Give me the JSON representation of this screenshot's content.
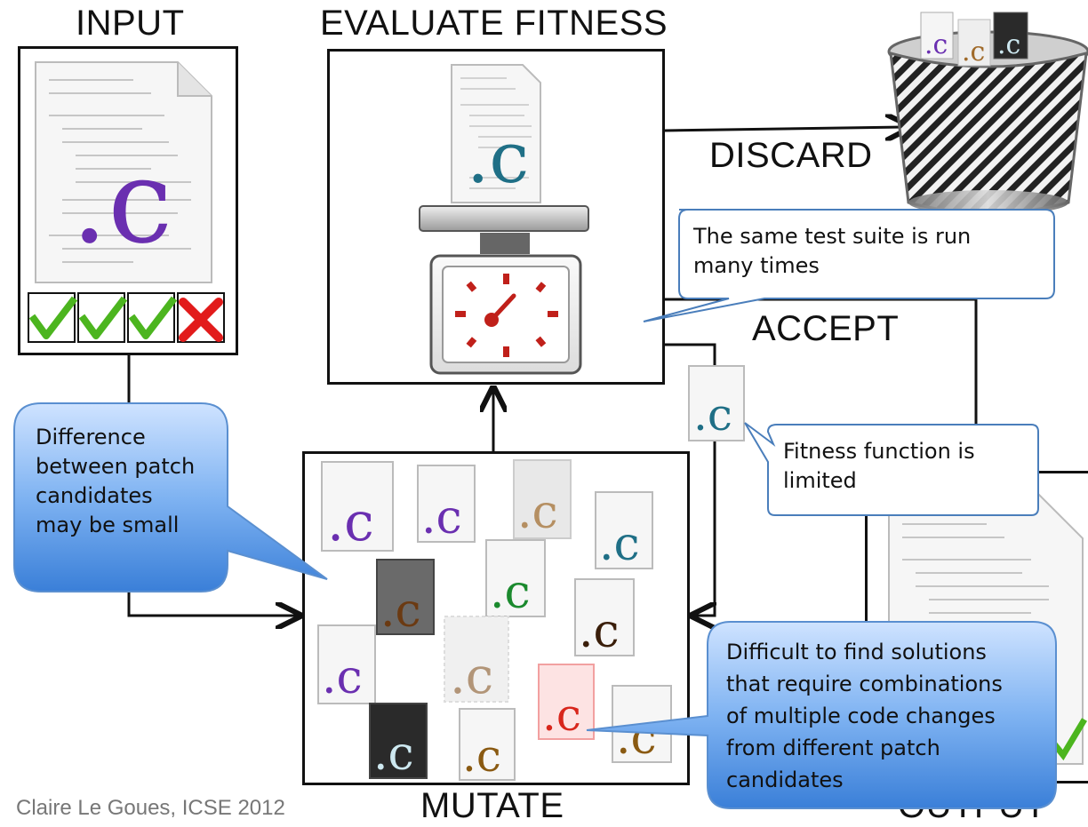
{
  "labels": {
    "input": "INPUT",
    "evaluate": "EVALUATE FITNESS",
    "discard": "DISCARD",
    "accept": "ACCEPT",
    "mutate": "MUTATE",
    "output": "OUTPUT"
  },
  "callouts": {
    "test_suite": [
      "The same test suite is run",
      "many times"
    ],
    "difference": [
      "Difference",
      "between patch",
      "candidates",
      "may be small"
    ],
    "fitness": [
      "Fitness function is",
      "limited"
    ],
    "difficult": [
      "Difficult to find solutions",
      "that require combinations",
      "of multiple code changes",
      "from different patch",
      "candidates"
    ]
  },
  "credit": "Claire Le Goues, ICSE 2012",
  "file_letter": ".c",
  "colors": {
    "purple": "#6a2fb0",
    "teal": "#1f6f86",
    "green": "#1b8a2e",
    "brown": "#6b3a12",
    "red": "#d8261c",
    "blue": "#3f88e0"
  },
  "test_results": [
    "pass",
    "pass",
    "pass",
    "fail"
  ]
}
